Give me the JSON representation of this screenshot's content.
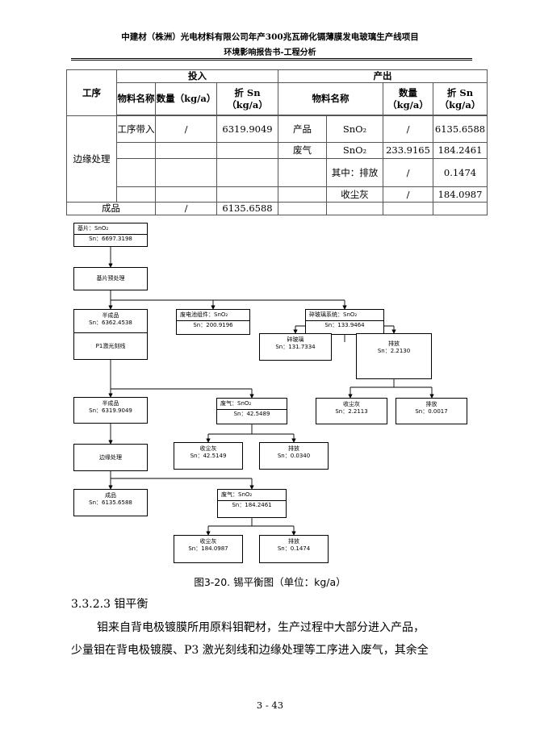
{
  "header": {
    "title": "中建材（株洲）光电材料有限公司年产300兆瓦碲化镉薄膜发电玻璃生产线项目",
    "subtitle": "环境影响报告书-工程分析"
  },
  "table": {
    "process_header": "工序",
    "input_header": "投入",
    "output_header": "产出",
    "col_material": "物料名称",
    "col_qty": "数量（kg/a）",
    "col_sn": "折 Sn（kg/a）",
    "col_out_material": "物料名称",
    "process_name": "边缘处理",
    "in_material": "工序带入",
    "in_qty": "/",
    "in_sn": "6319.9049",
    "rows": [
      {
        "cat": "产品",
        "sub": "SnO₂",
        "qty": "/",
        "sn": "6135.6588"
      },
      {
        "cat": "废气",
        "sub": "SnO₂",
        "qty": "233.9165",
        "sn": "184.2461"
      },
      {
        "cat": "",
        "sub": "其中：排放",
        "qty": "/",
        "sn": "0.1474"
      },
      {
        "cat": "",
        "sub": "收尘灰",
        "qty": "/",
        "sn": "184.0987"
      }
    ],
    "final_label": "成品",
    "final_qty": "/",
    "final_sn": "6135.6588"
  },
  "flow": {
    "base_title": "基片：SnO₂",
    "base_value": "Sn：6697.3198",
    "pretreat": "基片预处理",
    "semi1_title": "半成品",
    "semi1_value": "Sn：6362.4538",
    "waste_cell_title": "废电池组件：SnO₂",
    "waste_cell_value": "Sn：200.9196",
    "broken_sys_title": "碎玻璃系统：SnO₂",
    "broken_sys_value": "Sn：133.9464",
    "broken_glass_title": "碎玻璃",
    "broken_glass_value": "Sn：131.7334",
    "emit1_title": "排放",
    "emit1_value": "Sn：2.2130",
    "dust1_title": "收尘灰",
    "dust1_value": "Sn：2.2113",
    "emit2_title": "排放",
    "emit2_value": "Sn：0.0017",
    "laser": "P1激光刻线",
    "semi2_title": "半成品",
    "semi2_value": "Sn：6319.9049",
    "gas1_title": "废气：SnO₂",
    "gas1_value": "Sn：42.5489",
    "dust2_title": "收尘灰",
    "dust2_value": "Sn：42.5149",
    "emit3_title": "排放",
    "emit3_value": "Sn：0.0340",
    "edge": "边缘处理",
    "product_title": "成品",
    "product_value": "Sn：6135.6588",
    "gas2_title": "废气：SnO₂",
    "gas2_value": "Sn：184.2461",
    "dust3_title": "收尘灰",
    "dust3_value": "Sn：184.0987",
    "emit4_title": "排放",
    "emit4_value": "Sn：0.1474"
  },
  "caption": "图3-20.    锡平衡图（单位：kg/a）",
  "section": "3.3.2.3  钼平衡",
  "para1": "钼来自背电极镀膜所用原料钼靶材，生产过程中大部分进入产品，",
  "para2": "少量钼在背电极镀膜、P3 激光刻线和边缘处理等工序进入废气，其余全",
  "page_number": "3 - 43"
}
